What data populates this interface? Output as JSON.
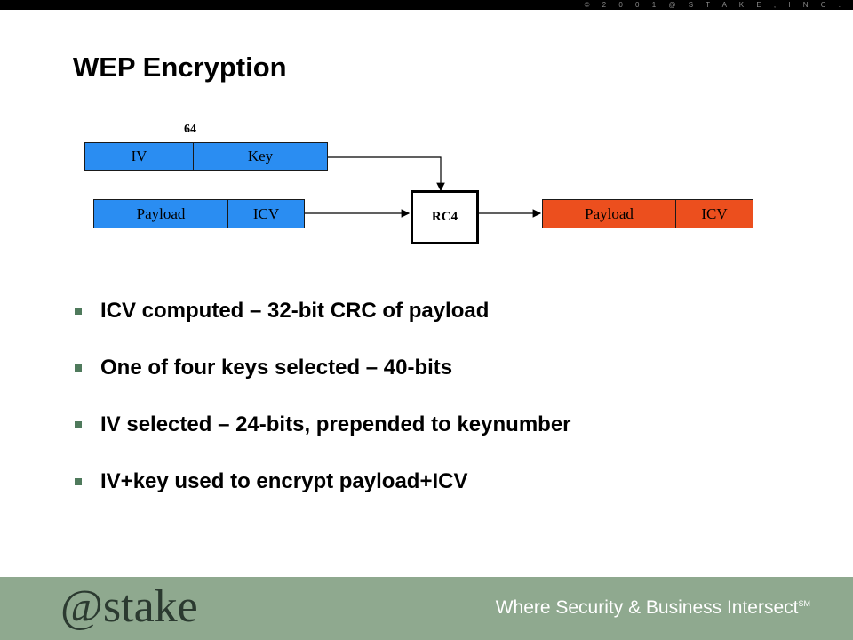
{
  "header": {
    "copyright": "© 2 0 0 1   @ S T A K E ,   I N C ."
  },
  "slide": {
    "title": "WEP Encryption"
  },
  "diagram": {
    "bits_label": "64",
    "key_row": {
      "iv": "IV",
      "key": "Key"
    },
    "input_row": {
      "payload": "Payload",
      "icv": "ICV"
    },
    "cipher": "RC4",
    "output_row": {
      "payload": "Payload",
      "icv": "ICV"
    },
    "colors": {
      "plain": "#2a8df2",
      "encrypted": "#ec4f1e"
    }
  },
  "bullets": [
    "ICV computed – 32-bit CRC of payload",
    "One of four keys selected – 40-bits",
    "IV selected – 24-bits, prepended to keynumber",
    "IV+key used to encrypt payload+ICV"
  ],
  "footer": {
    "logo_at": "@",
    "logo_text": "stake",
    "tagline": "Where Security & Business Intersect",
    "tagline_mark": "SM",
    "color": "#8fa98f"
  }
}
